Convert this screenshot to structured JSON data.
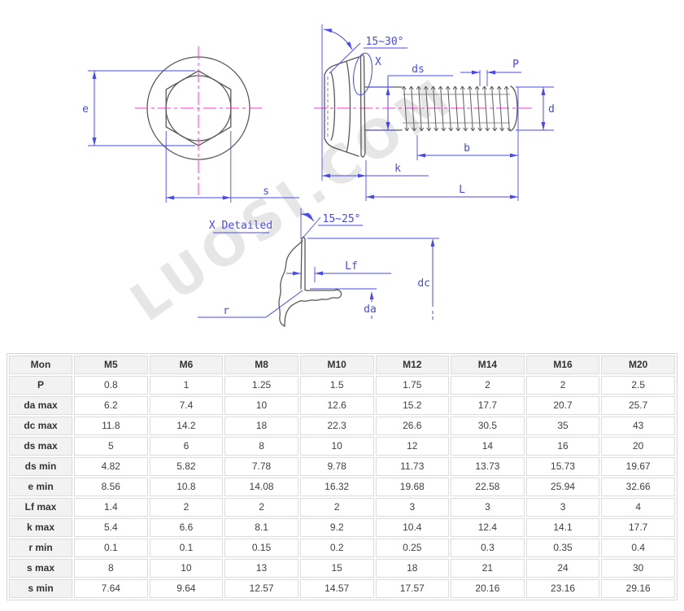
{
  "diagram": {
    "watermark": "LUOSI.COM",
    "colors": {
      "dimension_blue": "#4949ef",
      "centerline_magenta": "#ff36cf",
      "outline_gray": "#595959",
      "watermark_gray": "#e6e6e6"
    },
    "labels": {
      "e": "e",
      "s": "s",
      "head_angle": "15~30°",
      "x_marker": "X",
      "ds": "ds",
      "p": "P",
      "d": "d",
      "b": "b",
      "k": "k",
      "l": "L",
      "detail_title": "X Detailed",
      "detail_angle": "15~25°",
      "lf": "Lf",
      "dc": "dc",
      "da": "da",
      "r": "r"
    }
  },
  "table": {
    "header": [
      "Mon",
      "M5",
      "M6",
      "M8",
      "M10",
      "M12",
      "M14",
      "M16",
      "M20"
    ],
    "rows": [
      {
        "label": "P",
        "values": [
          "0.8",
          "1",
          "1.25",
          "1.5",
          "1.75",
          "2",
          "2",
          "2.5"
        ]
      },
      {
        "label": "da max",
        "values": [
          "6.2",
          "7.4",
          "10",
          "12.6",
          "15.2",
          "17.7",
          "20.7",
          "25.7"
        ]
      },
      {
        "label": "dc max",
        "values": [
          "11.8",
          "14.2",
          "18",
          "22.3",
          "26.6",
          "30.5",
          "35",
          "43"
        ]
      },
      {
        "label": "ds max",
        "values": [
          "5",
          "6",
          "8",
          "10",
          "12",
          "14",
          "16",
          "20"
        ]
      },
      {
        "label": "ds min",
        "values": [
          "4.82",
          "5.82",
          "7.78",
          "9.78",
          "11.73",
          "13.73",
          "15.73",
          "19.67"
        ]
      },
      {
        "label": "e min",
        "values": [
          "8.56",
          "10.8",
          "14.08",
          "16.32",
          "19.68",
          "22.58",
          "25.94",
          "32.66"
        ]
      },
      {
        "label": "Lf max",
        "values": [
          "1.4",
          "2",
          "2",
          "2",
          "3",
          "3",
          "3",
          "4"
        ]
      },
      {
        "label": "k max",
        "values": [
          "5.4",
          "6.6",
          "8.1",
          "9.2",
          "10.4",
          "12.4",
          "14.1",
          "17.7"
        ]
      },
      {
        "label": "r min",
        "values": [
          "0.1",
          "0.1",
          "0.15",
          "0.2",
          "0.25",
          "0.3",
          "0.35",
          "0.4"
        ]
      },
      {
        "label": "s max",
        "values": [
          "8",
          "10",
          "13",
          "15",
          "18",
          "21",
          "24",
          "30"
        ]
      },
      {
        "label": "s min",
        "values": [
          "7.64",
          "9.64",
          "12.57",
          "14.57",
          "17.57",
          "20.16",
          "23.16",
          "29.16"
        ]
      }
    ]
  }
}
